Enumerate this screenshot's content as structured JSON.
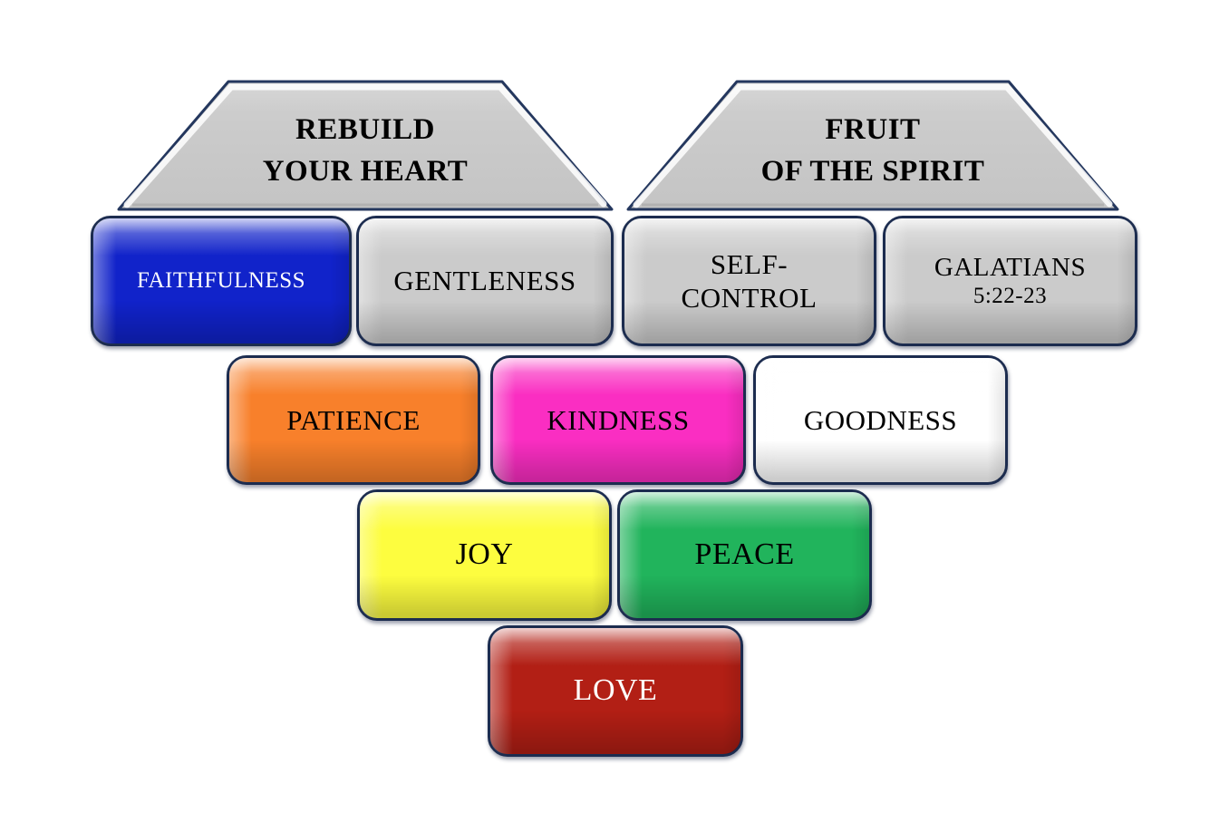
{
  "page": {
    "background": "#FFFFFF",
    "outline_color": "#24375E",
    "shape_gray": "#CBCBCB"
  },
  "headers": [
    {
      "id": "rebuild-your-heart",
      "label": "REBUILD\nYOUR HEART",
      "fill": "#CBCBCB",
      "text_color": "#000000"
    },
    {
      "id": "fruit-of-the-spirit",
      "label": "FRUIT\nOF THE SPIRIT",
      "fill": "#CBCBCB",
      "text_color": "#000000"
    }
  ],
  "boxes": [
    {
      "id": "faithfulness",
      "label": "FAITHFULNESS",
      "fill": "#1123CA",
      "text_color": "#FFFFFF"
    },
    {
      "id": "gentleness",
      "label": "GENTLENESS",
      "fill": "#CBCBCB",
      "text_color": "#000000"
    },
    {
      "id": "self-control",
      "label": "SELF-\nCONTROL",
      "fill": "#CBCBCB",
      "text_color": "#000000"
    },
    {
      "id": "galatians-reference",
      "label": "GALATIANS",
      "sub_label": "5:22-23",
      "fill": "#CBCBCB",
      "text_color": "#000000"
    },
    {
      "id": "patience",
      "label": "PATIENCE",
      "fill": "#F8802B",
      "text_color": "#000000"
    },
    {
      "id": "kindness",
      "label": "KINDNESS",
      "fill": "#FA2EC2",
      "text_color": "#000000"
    },
    {
      "id": "goodness",
      "label": "GOODNESS",
      "fill": "#FFFFFF",
      "text_color": "#000000"
    },
    {
      "id": "joy",
      "label": "JOY",
      "fill": "#FDFD3F",
      "text_color": "#000000"
    },
    {
      "id": "peace",
      "label": "PEACE",
      "fill": "#21B45C",
      "text_color": "#000000"
    },
    {
      "id": "love",
      "label": "LOVE",
      "fill": "#B21F15",
      "text_color": "#FFFFFF"
    }
  ]
}
